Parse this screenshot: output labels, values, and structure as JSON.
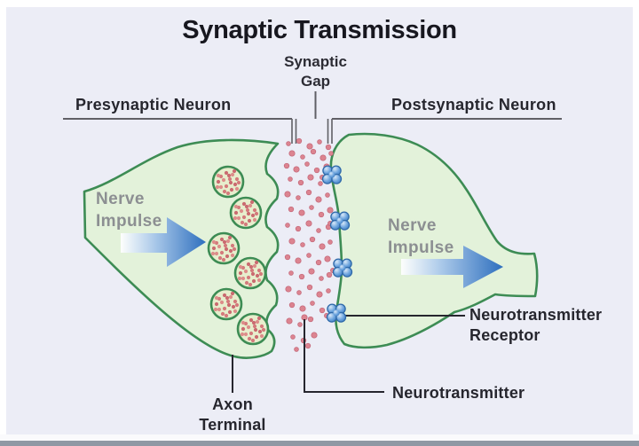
{
  "title": "Synaptic Transmission",
  "labels": {
    "synaptic_gap_line1": "Synaptic",
    "synaptic_gap_line2": "Gap",
    "presynaptic_neuron": "Presynaptic Neuron",
    "postsynaptic_neuron": "Postsynaptic Neuron",
    "nerve_impulse_line1": "Nerve",
    "nerve_impulse_line2": "Impulse",
    "neurotransmitter_receptor_line1": "Neurotransmitter",
    "neurotransmitter_receptor_line2": "Receptor",
    "neurotransmitter": "Neurotransmitter",
    "axon_terminal_line1": "Axon",
    "axon_terminal_line2": "Terminal"
  },
  "icons": {
    "nerve-impulse-arrow": "right-pointing blue gradient arrow",
    "synaptic-vesicle": "green-ringed circle filled with pink speckles",
    "neurotransmitter-dot": "small pink circle",
    "neurotransmitter-receptor": "cluster of four blue spheres"
  },
  "colors": {
    "background": "#ecedf6",
    "neuron_fill": "#e3f2da",
    "neuron_outline": "#3d8c54",
    "vesicle_fill": "#e7eecd",
    "neurotransmitter_pink": "#dc8490",
    "neurotransmitter_pink_edge": "#c26577",
    "receptor_blue": "#4286cc",
    "receptor_edge": "#2f69a9",
    "arrow_blue": "#2e6fbe",
    "guide_line": "#606066",
    "leader_line": "#26262e",
    "nerve_impulse_text": "#8c8f92",
    "label_text": "#26262e",
    "title_text": "#17171f"
  },
  "diagram": {
    "vesicle_count": 6,
    "receptor_count": 4
  }
}
